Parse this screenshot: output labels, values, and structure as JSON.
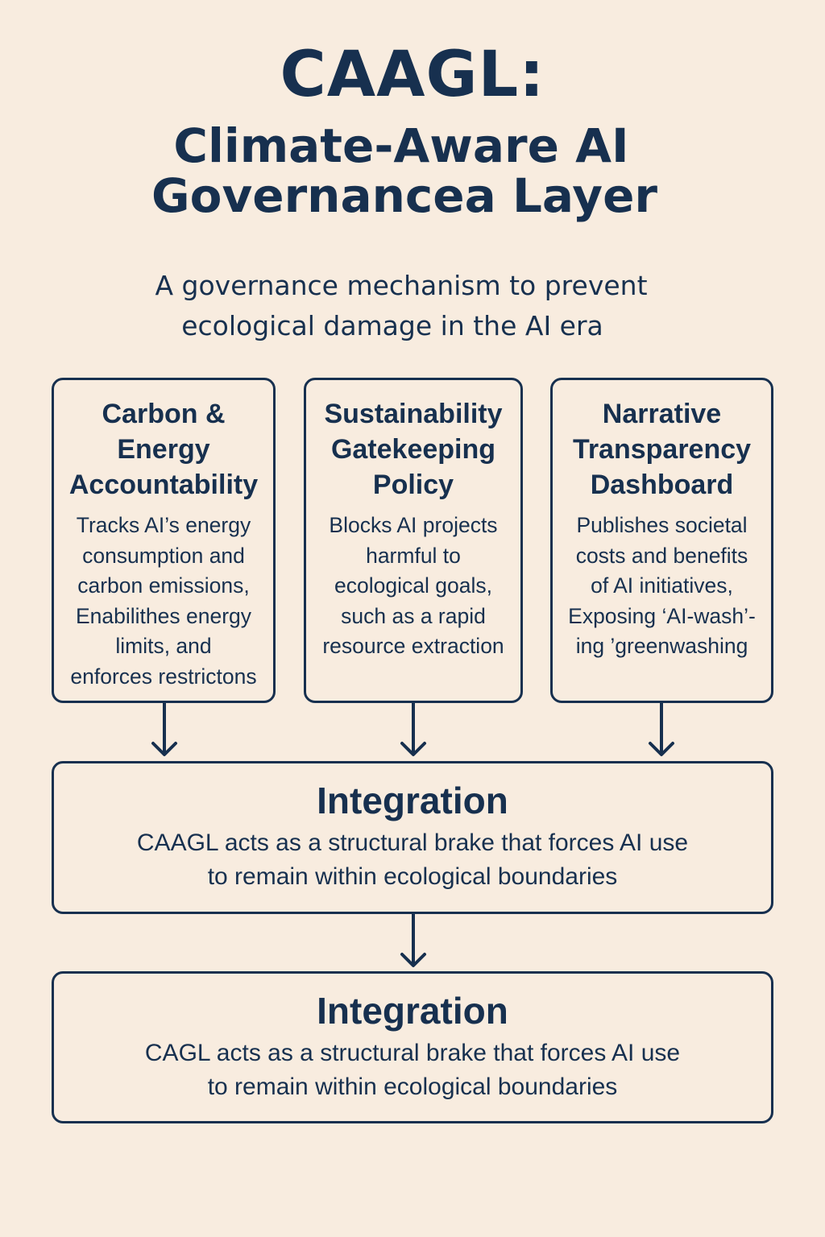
{
  "header": {
    "title_line1": "CAAGL:",
    "title_line2": "Climate-Aware AI",
    "title_line3": "Governancea Layer",
    "subtitle_line1": "A governance mechanism to prevent",
    "subtitle_line2": "ecological damage in the AI era"
  },
  "pillars": [
    {
      "title_lines": [
        "Carbon &",
        "Energy",
        "Accountability"
      ],
      "body_lines": [
        "Tracks AI’s energy",
        "consumption and",
        "carbon emissions,",
        "Enabilithes energy",
        "limits, and",
        "enforces restrictons"
      ]
    },
    {
      "title_lines": [
        "Sustainability",
        "Gatekeeping",
        "Policy"
      ],
      "body_lines": [
        "Blocks AI projects",
        "harmful to",
        "ecological goals,",
        "such as a rapid",
        "resource extraction"
      ]
    },
    {
      "title_lines": [
        "Narrative",
        "Transparency",
        "Dashboard"
      ],
      "body_lines": [
        "Publishes societal",
        "costs and benefits",
        "of AI initiatives,",
        "Exposing ‘AI-wash’-",
        "ing ’greenwashing"
      ]
    }
  ],
  "integration": [
    {
      "title": "Integration",
      "body_line1": "CAAGL acts as a structural brake that forces AI use",
      "body_line2": "to remain within ecological boundaries"
    },
    {
      "title": "Integration",
      "body_line1": "CAGL acts as a structural brake that forces AI use",
      "body_line2": "to remain within ecological boundaries"
    }
  ],
  "colors": {
    "background": "#f8ecdf",
    "ink": "#17304f"
  }
}
